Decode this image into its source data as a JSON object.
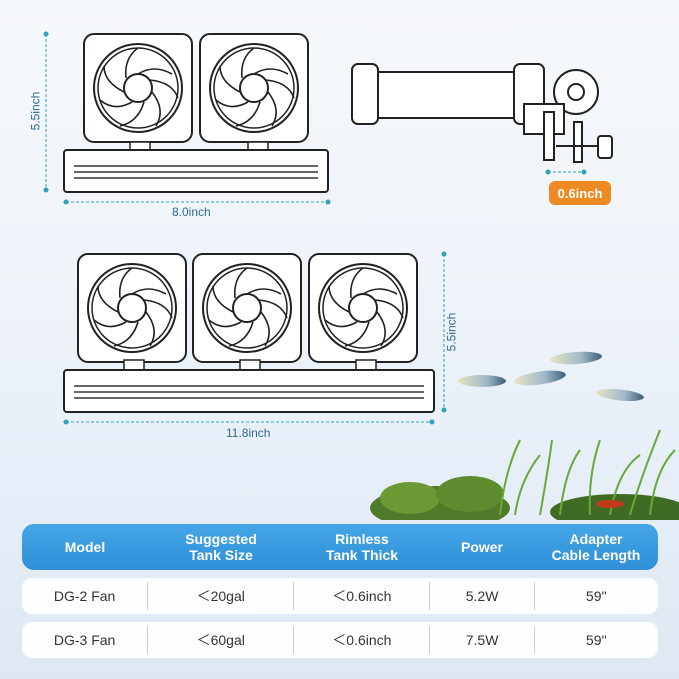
{
  "dimensions": {
    "top_height": "5.5inch",
    "top_width": "8.0inch",
    "clip_thickness": "0.6inch",
    "bottom_height": "5.5inch",
    "bottom_width": "11.8inch"
  },
  "colors": {
    "accent_blue": "#2f8fd8",
    "dimension_teal": "#2f6b8a",
    "badge_orange": "#ee8a23"
  },
  "table": {
    "headers": [
      "Model",
      "Suggested\nTank Size",
      "Rimless\nTank Thick",
      "Power",
      "Adapter\nCable Length"
    ],
    "rows": [
      {
        "model": "DG-2 Fan",
        "tank_size": "＜20gal",
        "thick": "＜0.6inch",
        "power": "5.2W",
        "cable": "59''"
      },
      {
        "model": "DG-3 Fan",
        "tank_size": "＜60gal",
        "thick": "＜0.6inch",
        "power": "7.5W",
        "cable": "59''"
      }
    ]
  }
}
